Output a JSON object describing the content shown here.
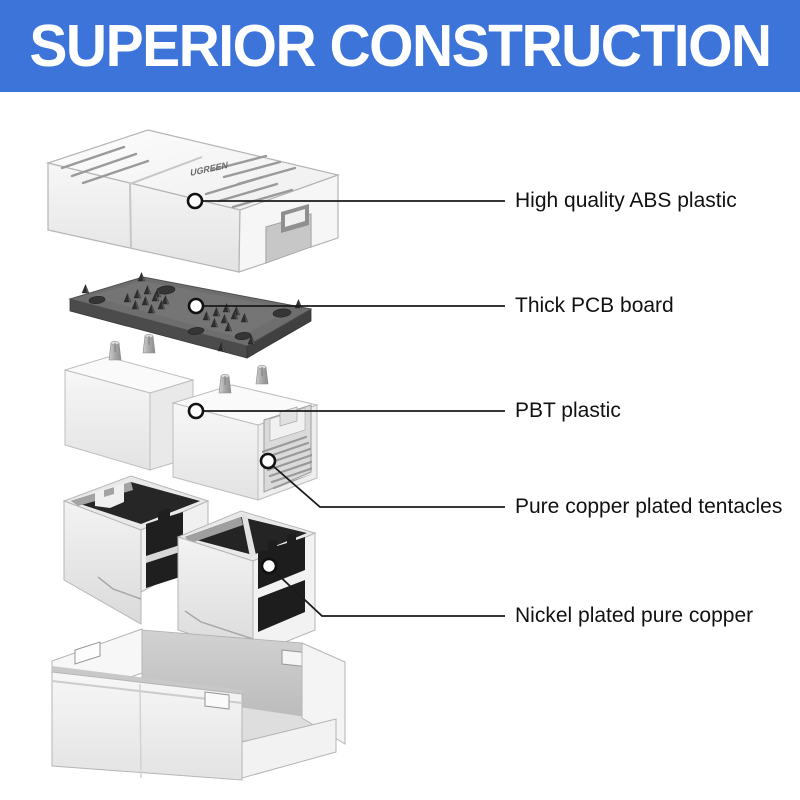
{
  "header": {
    "title": "SUPERIOR CONSTRUCTION",
    "bg_color": "#3d74da",
    "text_color": "#ffffff"
  },
  "diagram": {
    "type": "exploded-view-product-diagram",
    "product": "RJ45 inline coupler",
    "logo_text": "UGREEN",
    "parts": [
      "abs-top-shell",
      "pcb-board",
      "pbt-contact-blocks",
      "copper-contacts",
      "nickel-shield-cages",
      "bottom-shell"
    ]
  },
  "callouts": [
    {
      "label": "High quality ABS plastic"
    },
    {
      "label": "Thick PCB board"
    },
    {
      "label": "PBT plastic"
    },
    {
      "label": "Pure copper plated tentacles"
    },
    {
      "label": "Nickel plated pure copper"
    }
  ],
  "colors": {
    "banner_blue": "#3d74da",
    "label_text": "#111111",
    "callout_line": "#1a1a1a",
    "pcb_dark": "#6e6e6e",
    "cage_interior": "#242424",
    "plastic_white": "#f4f4f4"
  }
}
